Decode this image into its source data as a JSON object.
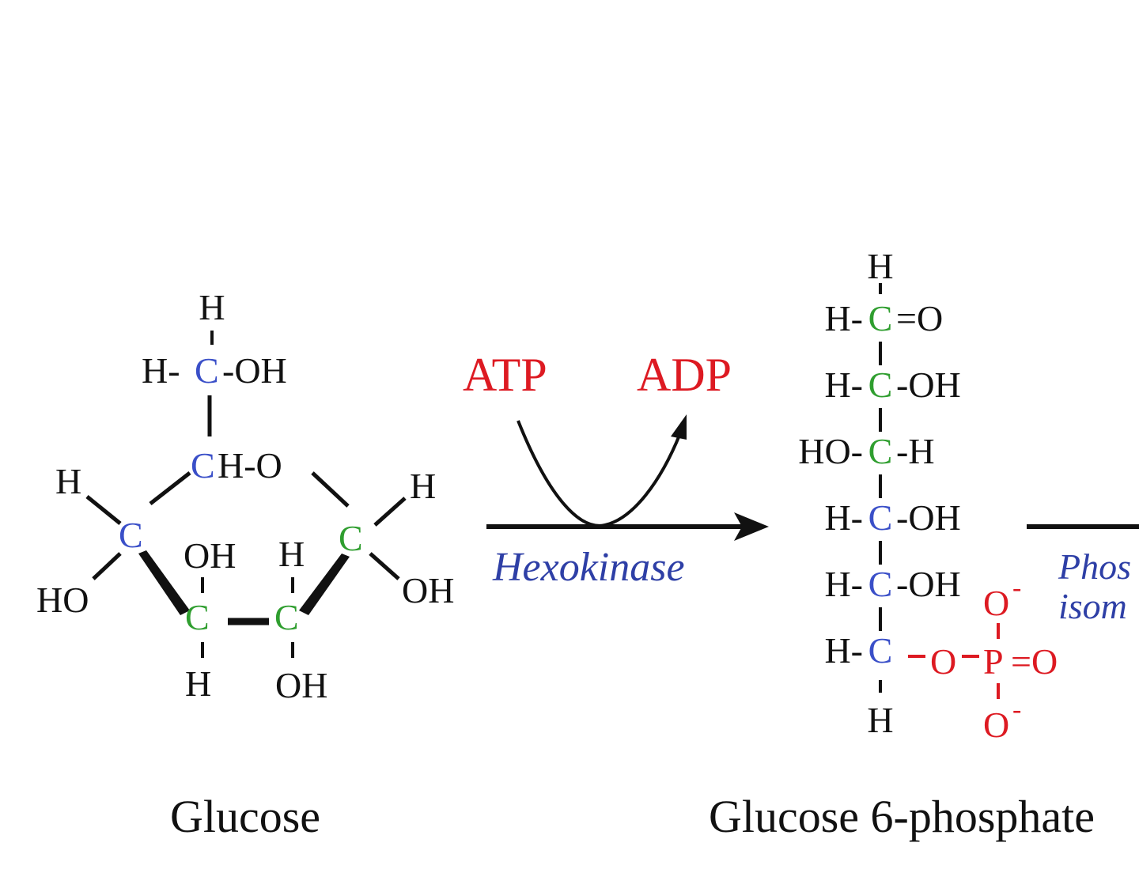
{
  "glucose": {
    "name": "Glucose",
    "h_top": "H",
    "h_c": "H-",
    "c_top": "C",
    "oh_top": "-OH",
    "c_ring": "C",
    "ring_h_o": "H-O",
    "left_h": "H",
    "left_c": "C",
    "left_ho": "HO",
    "right_h": "H",
    "right_c": "C",
    "right_oh": "OH",
    "bl_oh": "OH",
    "bl_c": "C",
    "bl_h": "H",
    "br_h": "H",
    "br_c": "C",
    "br_oh": "OH"
  },
  "reaction1": {
    "atp": "ATP",
    "adp": "ADP",
    "enzyme": "Hexokinase"
  },
  "g6p": {
    "name": "Glucose 6-phosphate",
    "top_h": "H",
    "rows": [
      {
        "left": "H-",
        "c": "C",
        "right": "=O",
        "c_color": "green"
      },
      {
        "left": "H-",
        "c": "C",
        "right": "-OH",
        "c_color": "green"
      },
      {
        "left": "HO-",
        "c": "C",
        "right": "-H",
        "c_color": "green"
      },
      {
        "left": "H-",
        "c": "C",
        "right": "-OH",
        "c_color": "blue"
      },
      {
        "left": "H-",
        "c": "C",
        "right": "-OH",
        "c_color": "blue"
      },
      {
        "left": "H-",
        "c": "C",
        "right": "",
        "c_color": "blue"
      }
    ],
    "bottom_h": "H",
    "phosphate": {
      "o_bridge": "O",
      "p": "P",
      "o_double": "=O",
      "o_top": "O",
      "o_bottom": "O",
      "charge": "-"
    }
  },
  "reaction2": {
    "enzyme_line1": "Phos",
    "enzyme_line2": "isom"
  },
  "colors": {
    "text": "#111111",
    "carbon_blue": "#3a4fc8",
    "carbon_green": "#2f9e2f",
    "phosphate_red": "#dd1a22",
    "enzyme_blue": "#2e3fa6",
    "atp_red": "#dd1a22"
  }
}
